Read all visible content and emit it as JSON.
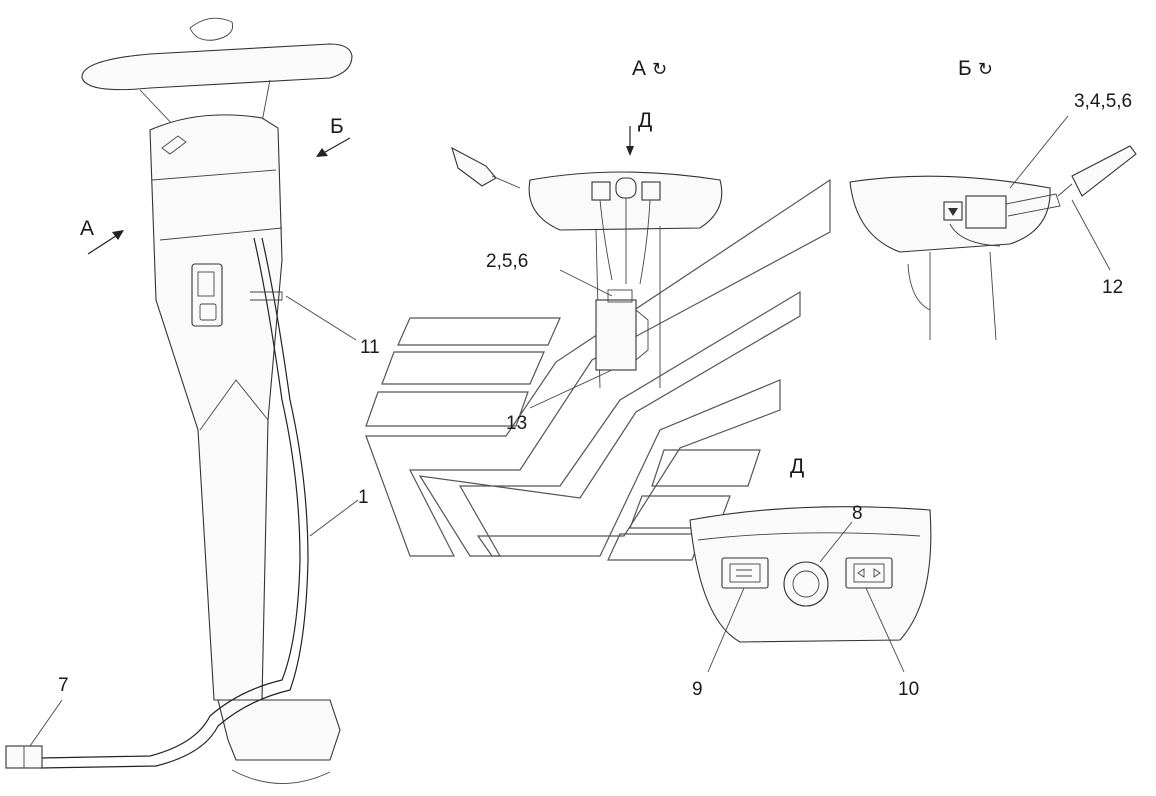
{
  "views": {
    "a": {
      "letter": "А",
      "rotation_symbol": "↻"
    },
    "b": {
      "letter": "Б",
      "rotation_symbol": "↻"
    },
    "d_arrow": "Д",
    "d_detail": "Д"
  },
  "arrows": {
    "a": "А",
    "b": "Б"
  },
  "callouts": {
    "c1": "1",
    "c7": "7",
    "c8": "8",
    "c9": "9",
    "c10": "10",
    "c11": "11",
    "c12": "12",
    "c13": "13",
    "c256": "2,5,6",
    "c3456": "3,4,5,6"
  }
}
